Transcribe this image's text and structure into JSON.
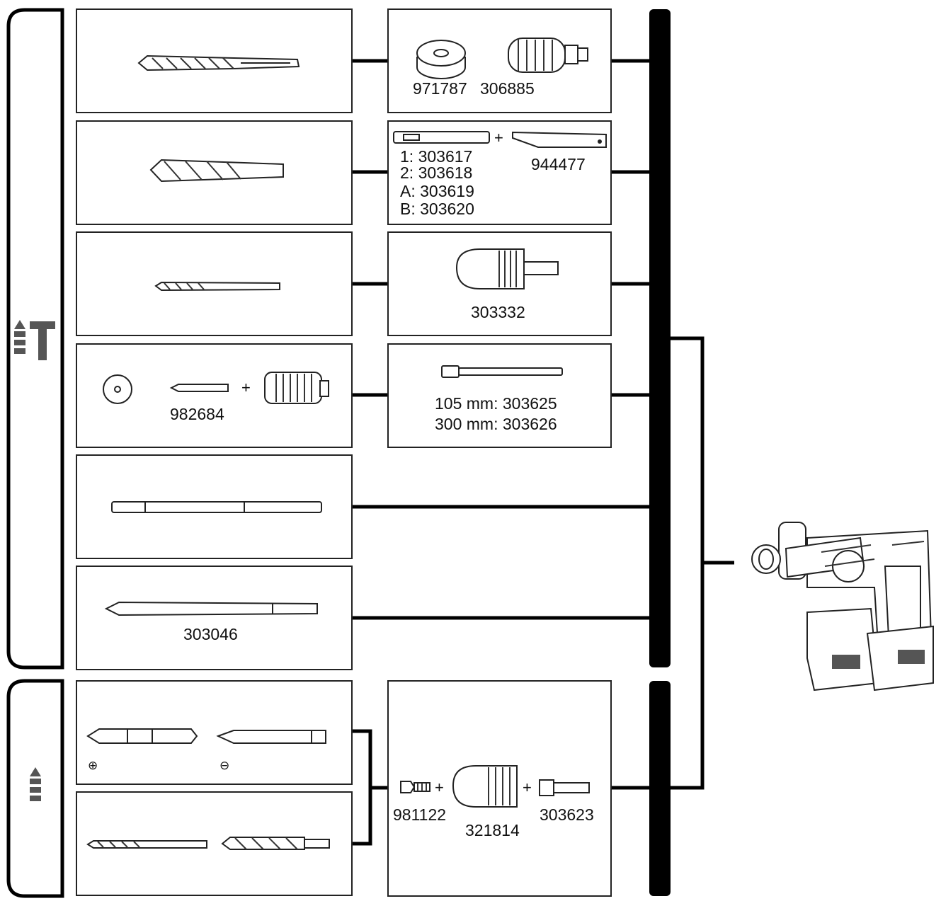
{
  "panels": {
    "p1": {
      "codes": [
        "971787",
        "306885"
      ]
    },
    "p2": {
      "codes": [
        "1: 303617",
        "2: 303618",
        "A: 303619",
        "B: 303620"
      ],
      "code_right": "944477",
      "plus": "+"
    },
    "p3": {
      "code": "303332"
    },
    "p4": {
      "lines": [
        "105 mm: 303625",
        "300 mm: 303626"
      ]
    },
    "bits4": {
      "code": "982684",
      "plus": "+"
    },
    "chisel6": {
      "code": "303046"
    },
    "chuckset": {
      "codes": [
        "981122",
        "321814",
        "303623"
      ],
      "plus": "+"
    },
    "screwbits": {
      "plus_symbol": "⊕",
      "minus_symbol": "⊖"
    }
  },
  "colors": {
    "line": "#000000",
    "box_stroke": "#222222",
    "icon": "#555555"
  },
  "icons": [
    "hammer-drill-mode-icon",
    "drill-only-mode-icon"
  ]
}
